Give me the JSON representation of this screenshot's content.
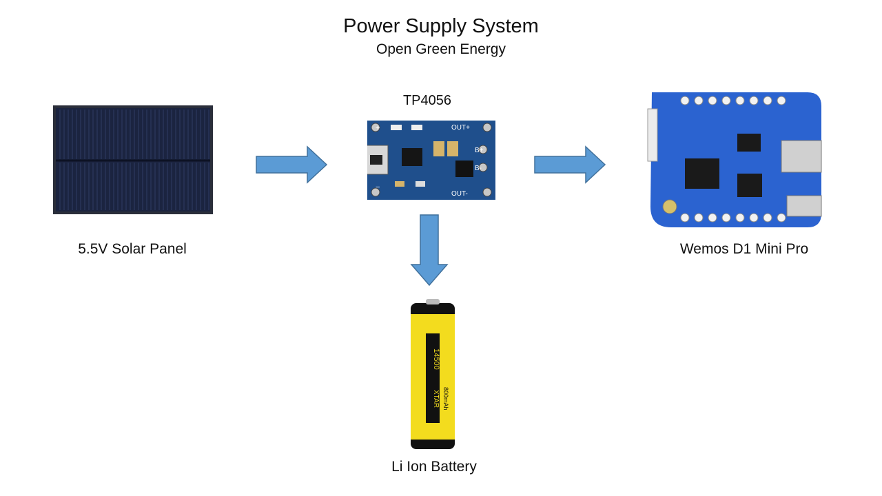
{
  "title": "Power Supply System",
  "subtitle": "Open Green Energy",
  "nodes": {
    "solar_panel": {
      "label": "5.5V Solar Panel"
    },
    "charger": {
      "label": "TP4056",
      "pins": [
        "OUT+",
        "B+",
        "B-",
        "OUT-"
      ]
    },
    "board": {
      "label": "Wemos D1 Mini Pro"
    },
    "battery": {
      "label": "Li Ion Battery",
      "model": "14500",
      "capacity": "800mAh",
      "brand": "XTAR"
    }
  },
  "connections": [
    {
      "from": "solar_panel",
      "to": "charger"
    },
    {
      "from": "charger",
      "to": "board"
    },
    {
      "from": "charger",
      "to": "battery"
    }
  ],
  "colors": {
    "arrow": "#5b9bd5",
    "arrow_stroke": "#41719c",
    "pcb_blue": "#1f4f8c",
    "wemos_blue": "#2b63d0",
    "battery_yellow": "#f3dc1e"
  }
}
